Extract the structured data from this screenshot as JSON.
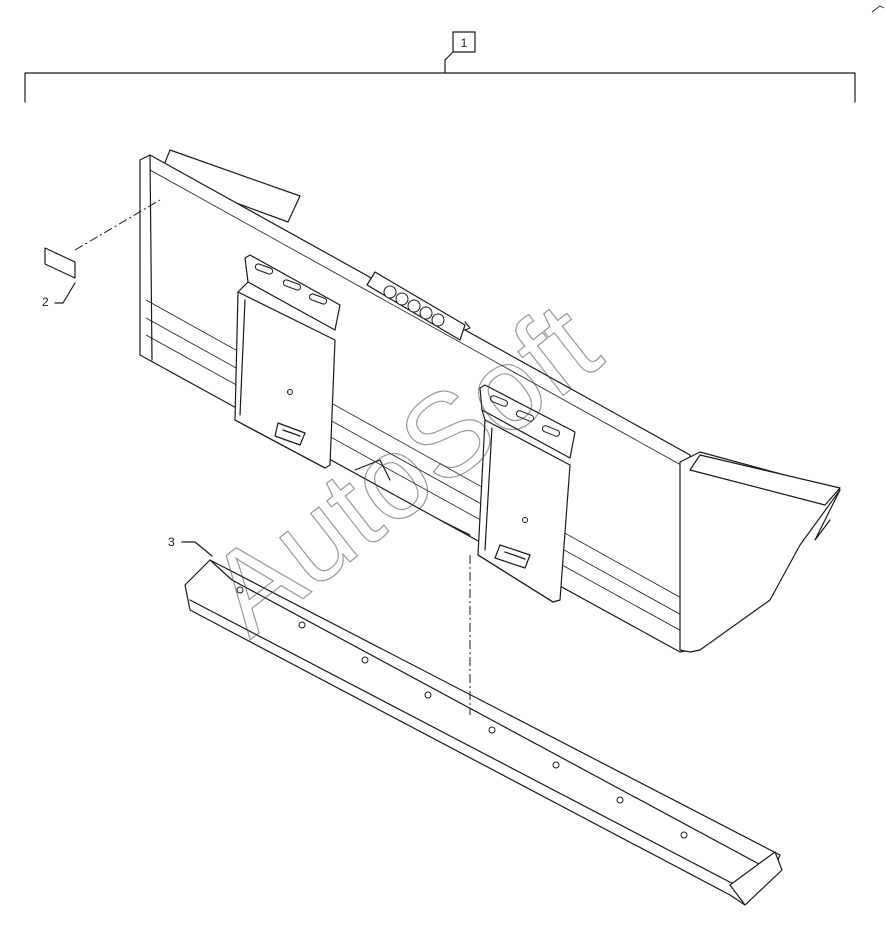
{
  "diagram": {
    "callouts": [
      {
        "id": "1",
        "label": "1"
      },
      {
        "id": "2",
        "label": "2"
      },
      {
        "id": "3",
        "label": "3"
      }
    ],
    "watermark": "AutoSoft"
  }
}
